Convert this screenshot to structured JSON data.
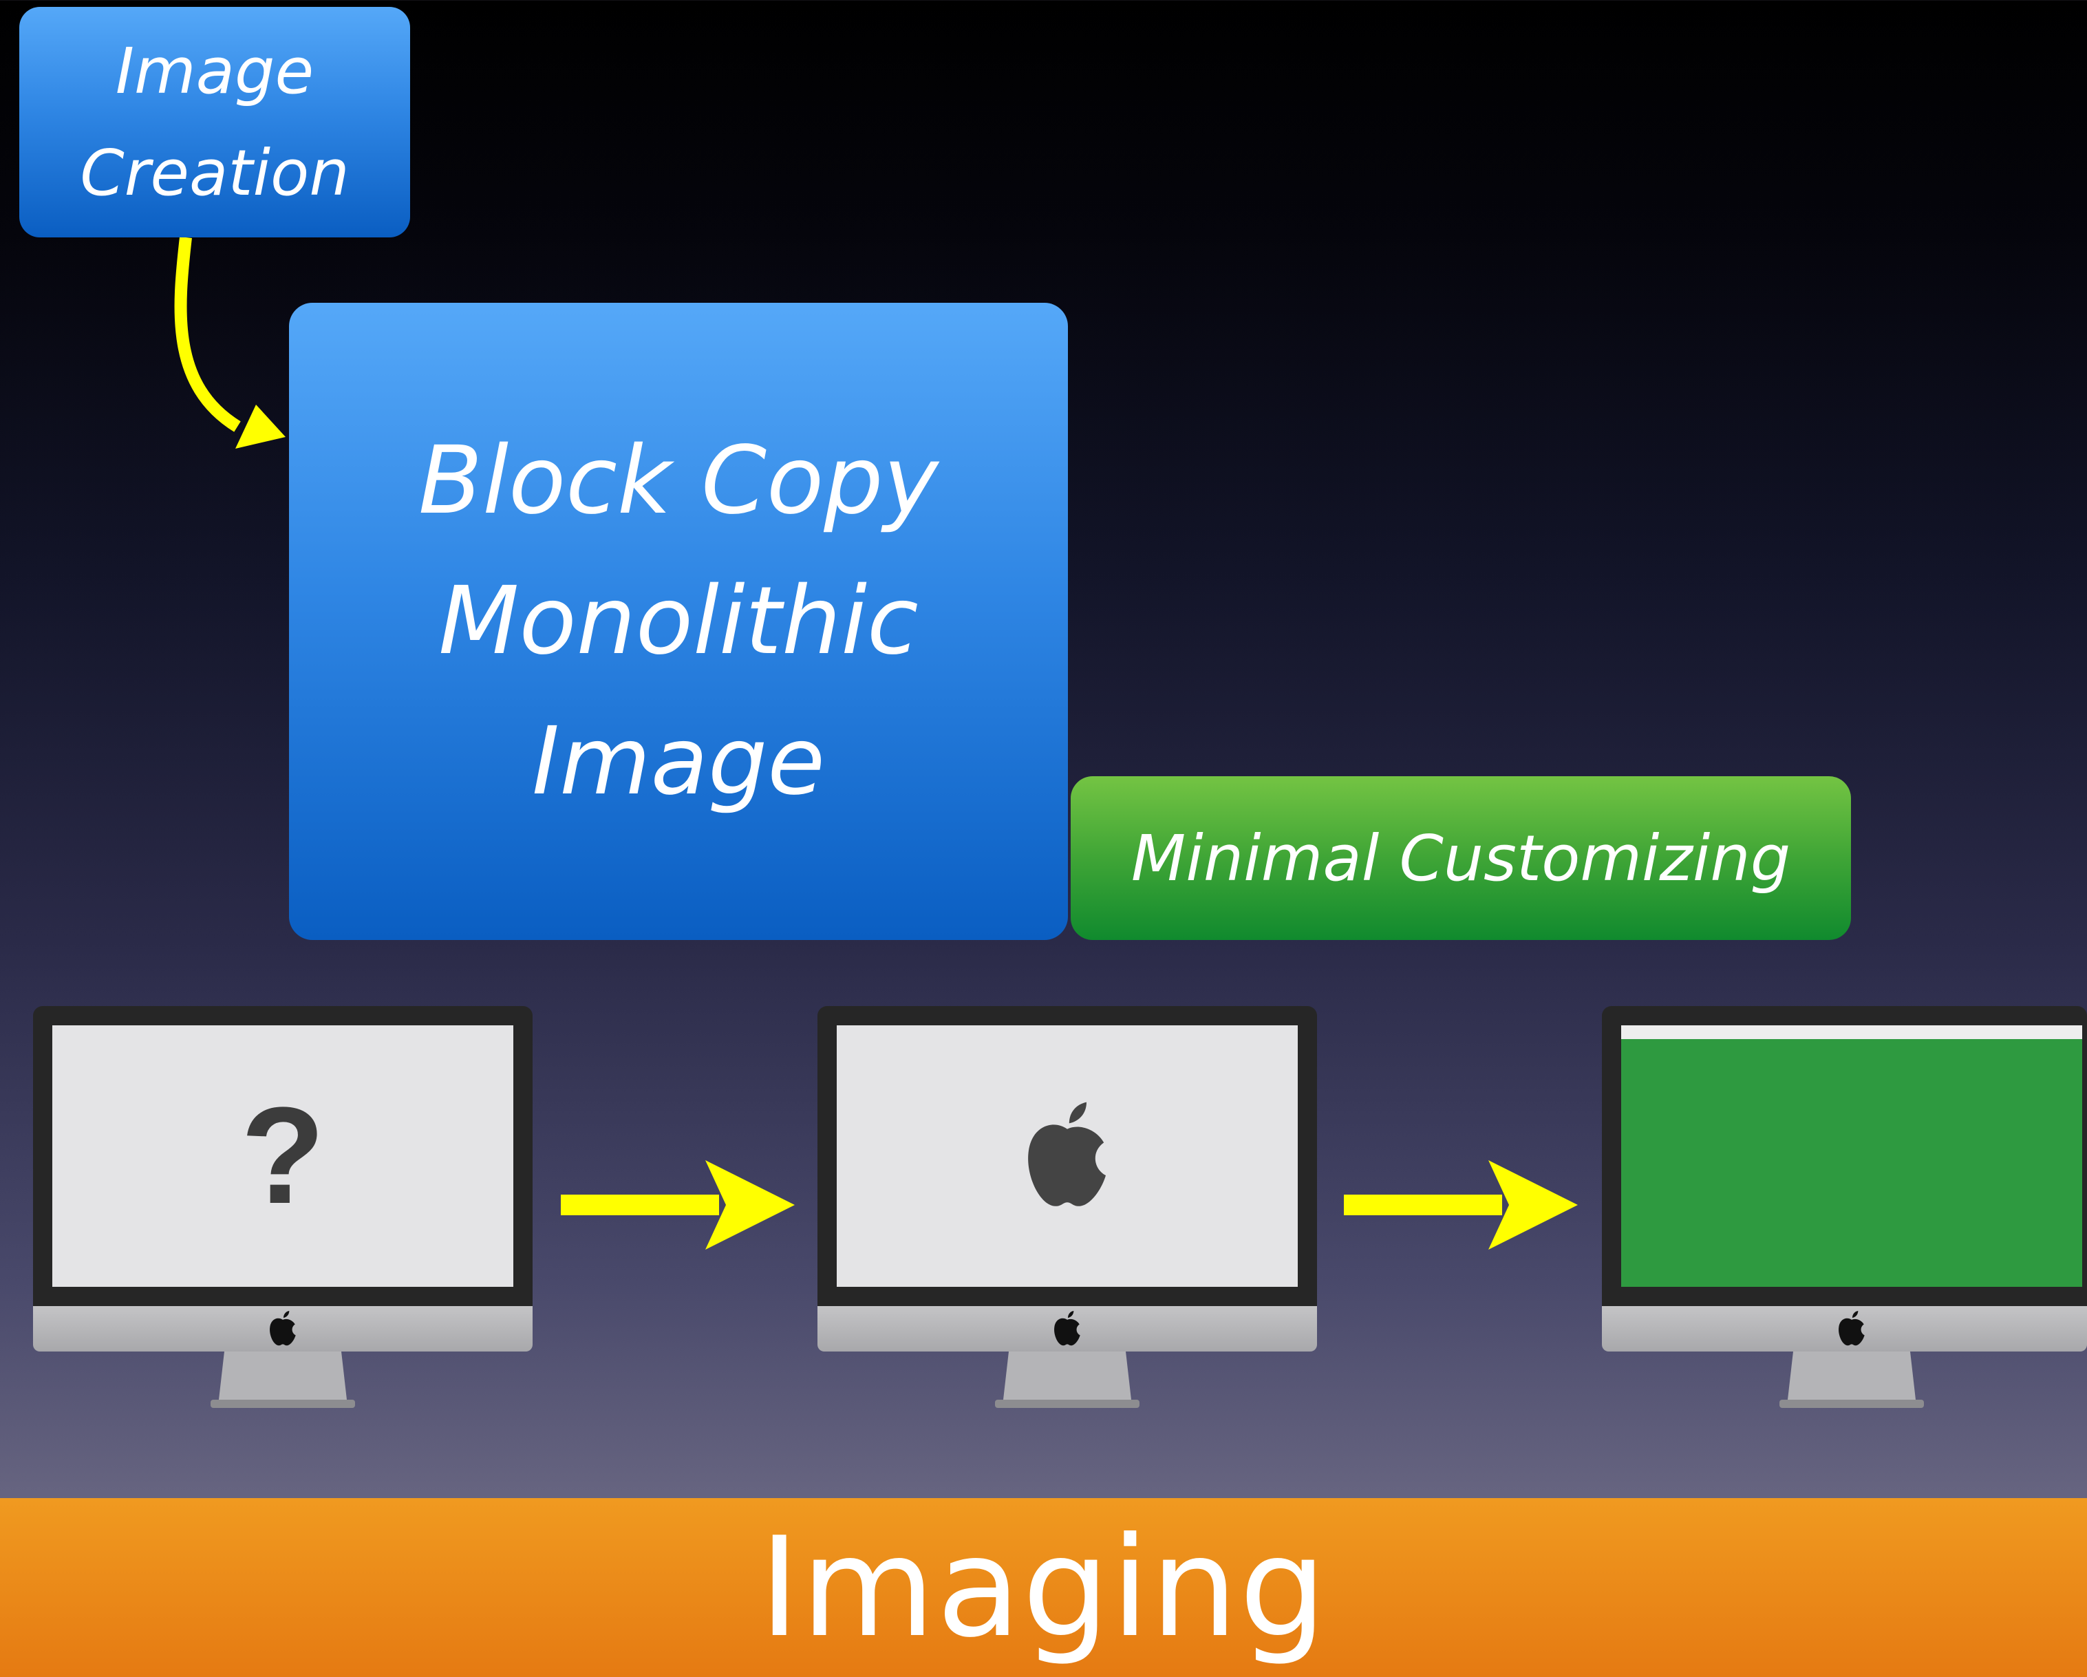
{
  "boxes": {
    "image_creation": [
      "Image",
      "Creation"
    ],
    "monolithic_image": [
      "Block Copy",
      "Monolithic",
      "Image"
    ],
    "minimal_customizing": "Minimal Customizing"
  },
  "monitors": [
    {
      "state": "unknown",
      "screen_glyph": "?"
    },
    {
      "state": "apple-boot",
      "screen_icon": "apple-logo-icon"
    },
    {
      "state": "green-desktop",
      "screen_color": "#2e9a40"
    }
  ],
  "footer": {
    "title": "Imaging"
  },
  "colors": {
    "blue_box": "#2f86e4",
    "green_box": "#3fa536",
    "arrow": "#ffff00",
    "footer": "#ea8a18"
  }
}
